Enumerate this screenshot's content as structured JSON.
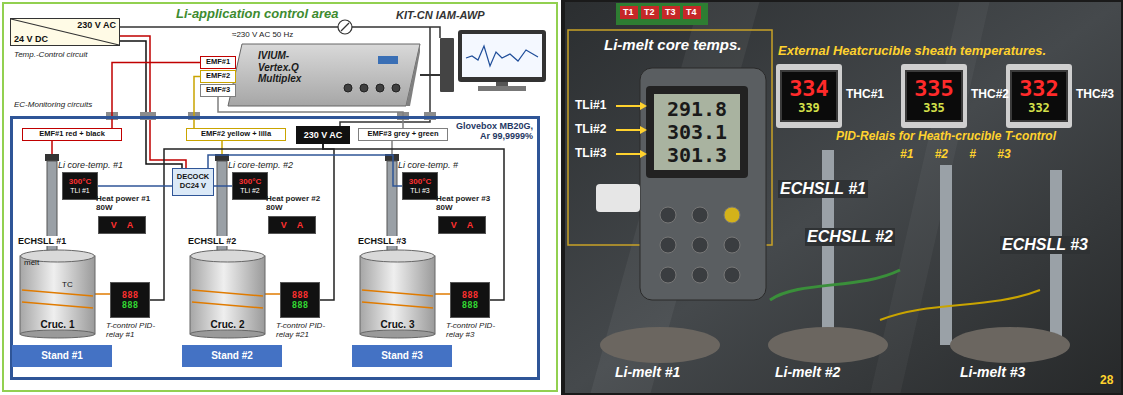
{
  "diagram": {
    "nodes": [
      {
        "text": [
          "Li-application control area",
          "KIT-CN IAM-AWP"
        ]
      },
      {
        "text": [
          "230 V AC",
          "24 V DC"
        ],
        "in": 0
      },
      {
        "text": [
          "IVIUM-Vertex.Q Multiplex"
        ],
        "in": 0
      },
      {
        "text": [
          "EMF#1"
        ],
        "in": 0
      },
      {
        "text": [
          "EMF#2"
        ],
        "in": 0
      },
      {
        "text": [
          "EMF#3"
        ],
        "in": 0
      },
      {
        "text": [
          "Glovebox MB20G, Ar 99,9999%"
        ],
        "in": 0
      },
      {
        "text": [
          "EMF#1 red + black"
        ],
        "in": 6
      },
      {
        "text": [
          "EMF#2 yellow + lilla"
        ],
        "in": 6
      },
      {
        "text": [
          "230 V AC"
        ],
        "in": 6
      },
      {
        "text": [
          "EMF#3 grey + green"
        ],
        "in": 6
      },
      {
        "text": [
          "DECOCK DC24 V"
        ],
        "in": 6
      },
      {
        "text": [
          "300°C",
          "TLi #1"
        ],
        "in": 6
      },
      {
        "text": [
          "V",
          "A"
        ],
        "in": 6
      },
      {
        "text": [
          "Cruc. 1"
        ],
        "in": 6
      },
      {
        "text": [
          "888",
          "888"
        ],
        "in": 6
      },
      {
        "text": [
          "Stand #1"
        ],
        "in": 6
      },
      {
        "text": [
          "300°C",
          "TLi #2"
        ],
        "in": 6
      },
      {
        "text": [
          "V",
          "A"
        ],
        "in": 6
      },
      {
        "text": [
          "Cruc. 2"
        ],
        "in": 6
      },
      {
        "text": [
          "888",
          "888"
        ],
        "in": 6
      },
      {
        "text": [
          "Stand #2"
        ],
        "in": 6
      },
      {
        "text": [
          "300°C",
          "TLi #3"
        ],
        "in": 6
      },
      {
        "text": [
          "V",
          "A"
        ],
        "in": 6
      },
      {
        "text": [
          "Cruc. 3"
        ],
        "in": 6
      },
      {
        "text": [
          "888",
          "888"
        ],
        "in": 6
      },
      {
        "text": [
          "Stand #3"
        ],
        "in": 6
      },
      {
        "text": [
          "291.8",
          "303.1",
          "301.3"
        ]
      },
      {
        "text": [
          "334",
          "339"
        ]
      },
      {
        "text": [
          "335",
          "335"
        ]
      },
      {
        "text": [
          "332",
          "332"
        ]
      }
    ],
    "edges": [
      {
        "from": 3,
        "to": 7,
        "arrow": "none"
      },
      {
        "from": 4,
        "to": 8,
        "arrow": "none"
      },
      {
        "from": 5,
        "to": 10,
        "arrow": "none"
      },
      {
        "from": 9,
        "to": 15,
        "arrow": "none"
      },
      {
        "from": 9,
        "to": 20,
        "arrow": "none"
      },
      {
        "from": 9,
        "to": 25,
        "arrow": "none"
      },
      {
        "from": 15,
        "to": 14,
        "arrow": "none"
      },
      {
        "from": 20,
        "to": 19,
        "arrow": "none"
      },
      {
        "from": 25,
        "to": 24,
        "arrow": "none"
      },
      {
        "from": 11,
        "to": 12,
        "arrow": "none"
      },
      {
        "from": 11,
        "to": 17,
        "arrow": "none"
      },
      {
        "from": 11,
        "to": 22,
        "arrow": "none"
      }
    ],
    "labels": [
      "≈230 V AC 50 Hz",
      "Temp.-Control circuit",
      "EC-Monitoring circuits",
      "Li core-temp. #1",
      "ECHSLL #1",
      "melt",
      "TC",
      "Heat power #1 80W",
      "T-control PID-relay #1",
      "Li core-temp. #2",
      "ECHSLL #2",
      "Heat power #2 80W",
      "T-control PID-relay #21",
      "Li core-temp. #",
      "ECHSLL #3",
      "Heat power #3 80W",
      "T-control PID-relay #3",
      "T1",
      "T2",
      "T3",
      "T4",
      "Li-melt core temps.",
      "TLi#1",
      "TLi#2",
      "TLi#3",
      "External Heatcrucible sheath temperatures.",
      "THC#1",
      "THC#2",
      "THC#3",
      "PID-Relais for Heath-crucible T-control",
      "#1 #2 # #3",
      "ECHSLL #1",
      "ECHSLL #2",
      "ECHSLL #3",
      "Li-melt #1",
      "Li-melt #2",
      "Li-melt #3",
      "28"
    ]
  }
}
